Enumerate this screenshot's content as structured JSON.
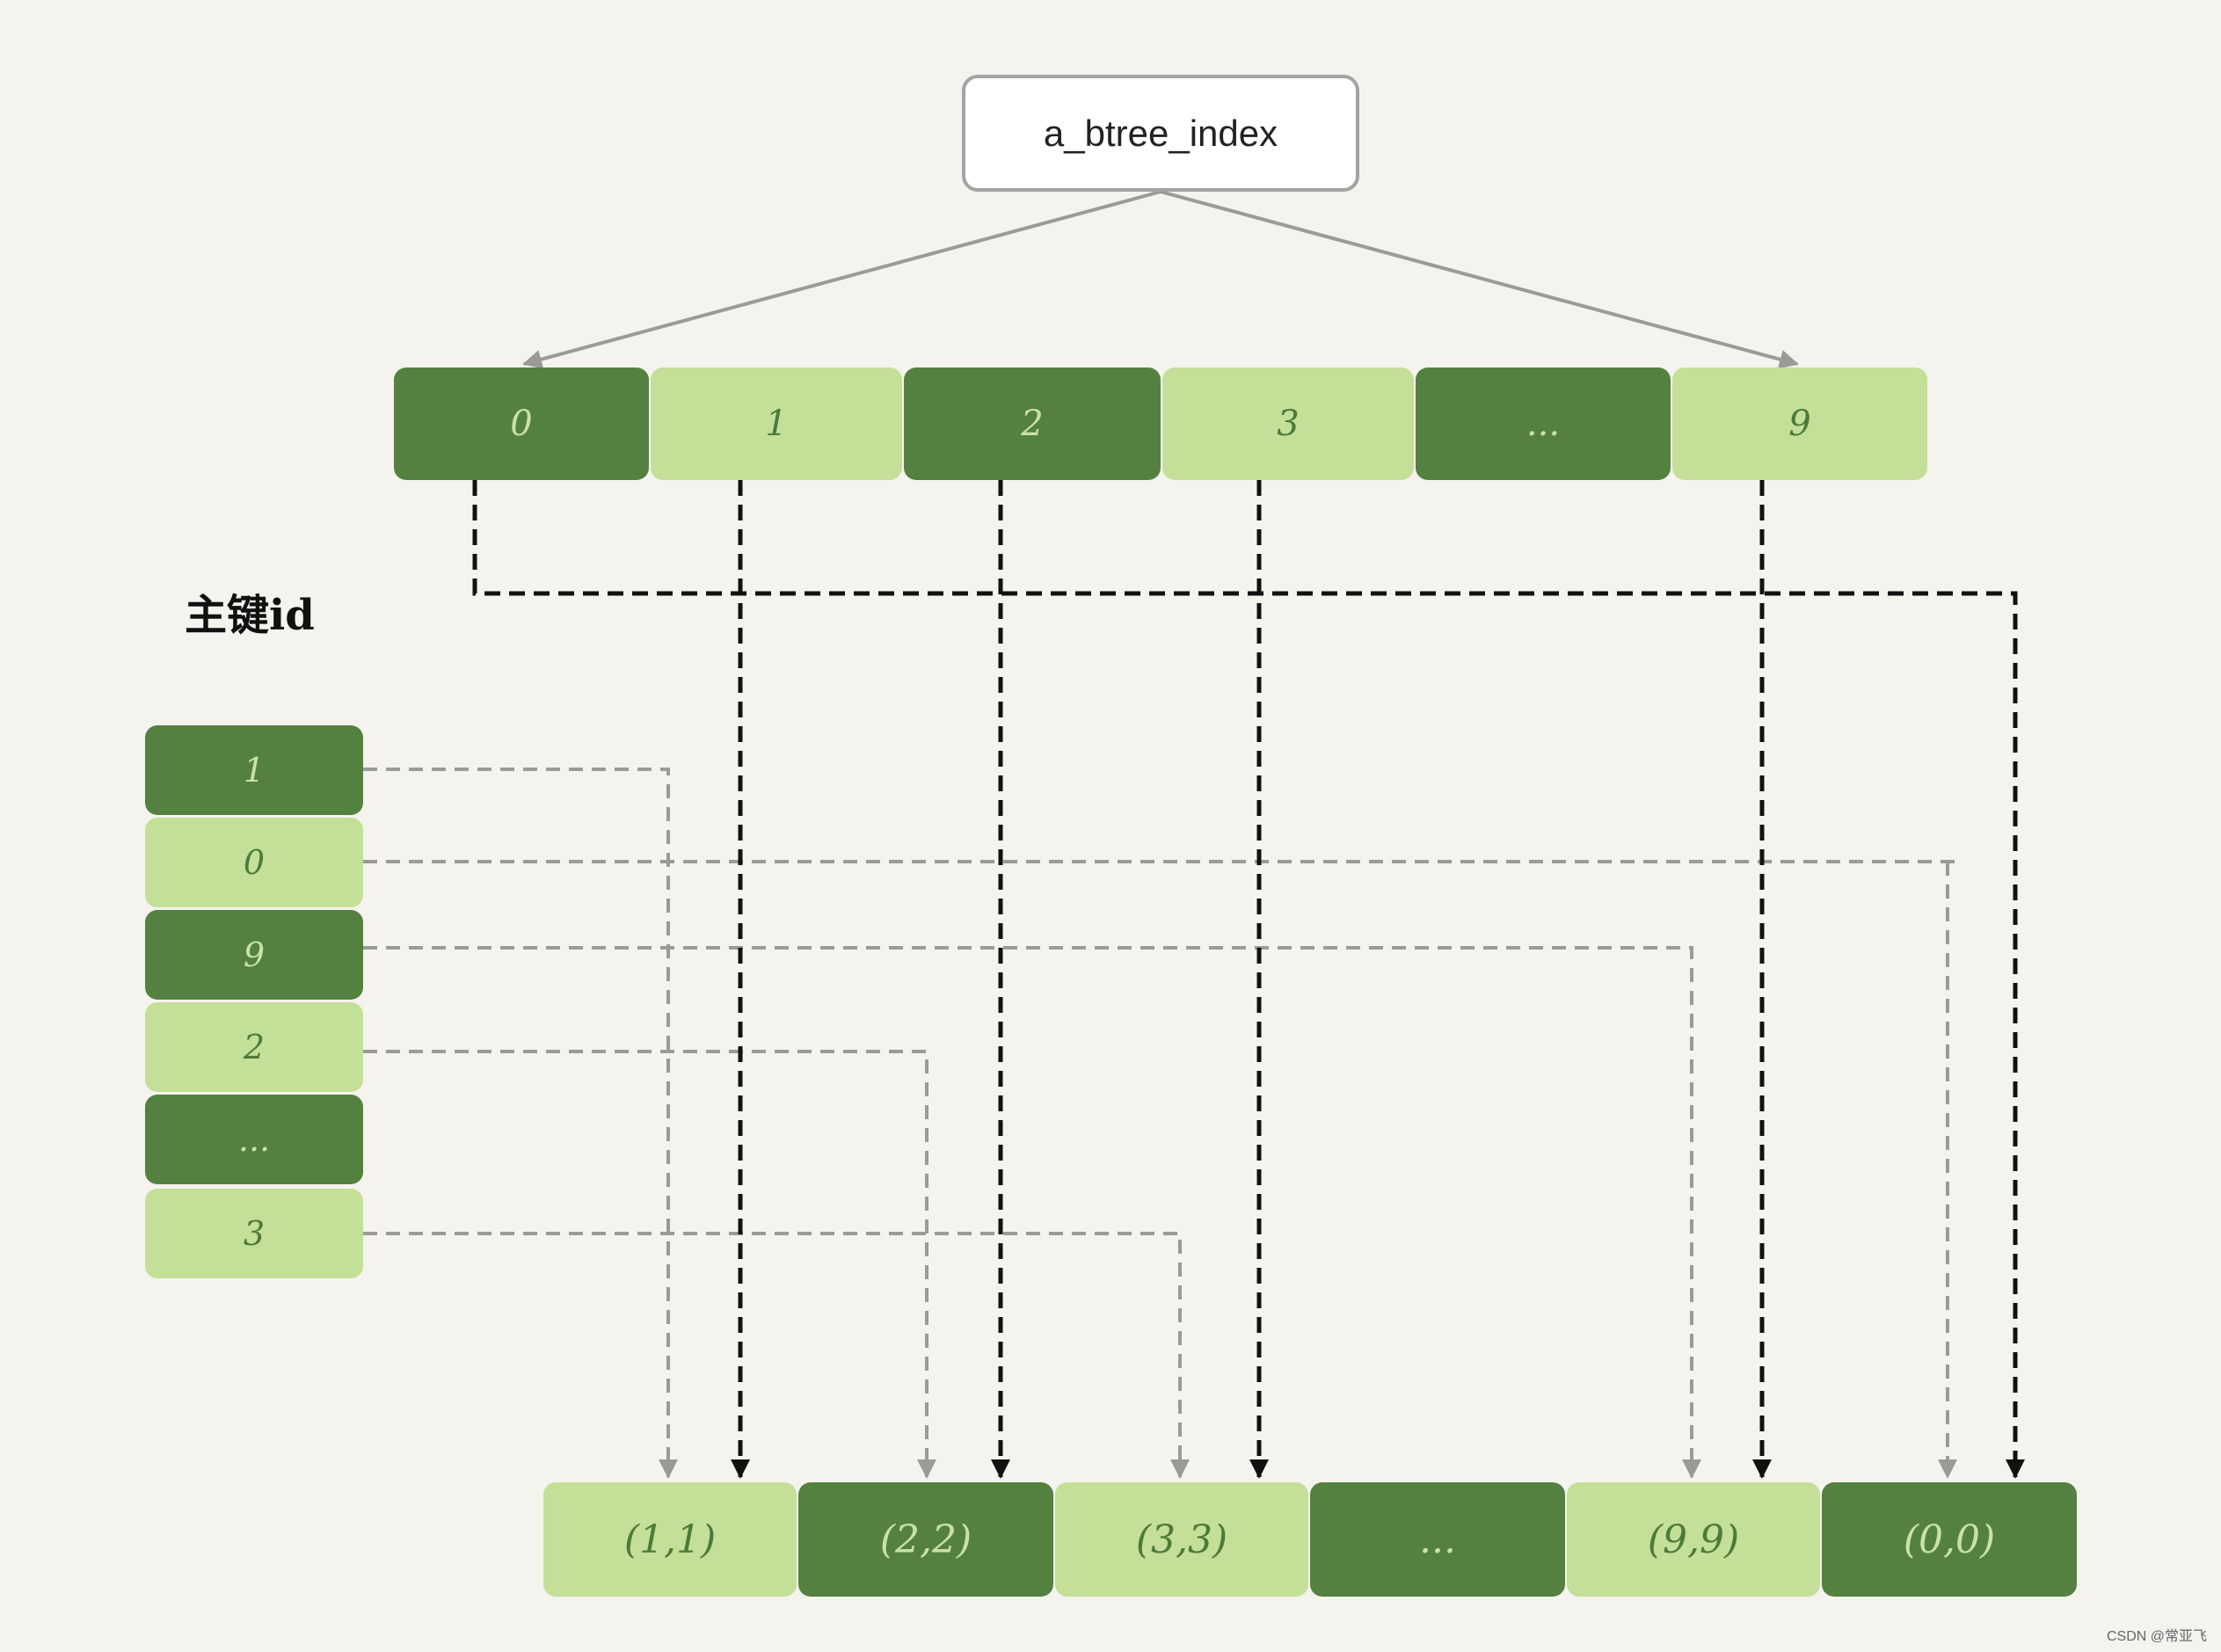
{
  "root_label": "a_btree_index",
  "index_row": [
    "0",
    "1",
    "2",
    "3",
    "...",
    "9"
  ],
  "pk_label": "主键id",
  "pk_column": [
    "1",
    "0",
    "9",
    "2",
    "...",
    "3"
  ],
  "bottom_row": [
    "(1,1)",
    "(2,2)",
    "(3,3)",
    "...",
    "(9,9)",
    "(0,0)"
  ],
  "watermark": "CSDN @常亚飞",
  "colors": {
    "dark_green": "#548140",
    "light_green": "#c4df98",
    "dark_arrow": "#111111",
    "grey_arrow": "#9a9a9a",
    "background": "#f4f3ee"
  }
}
